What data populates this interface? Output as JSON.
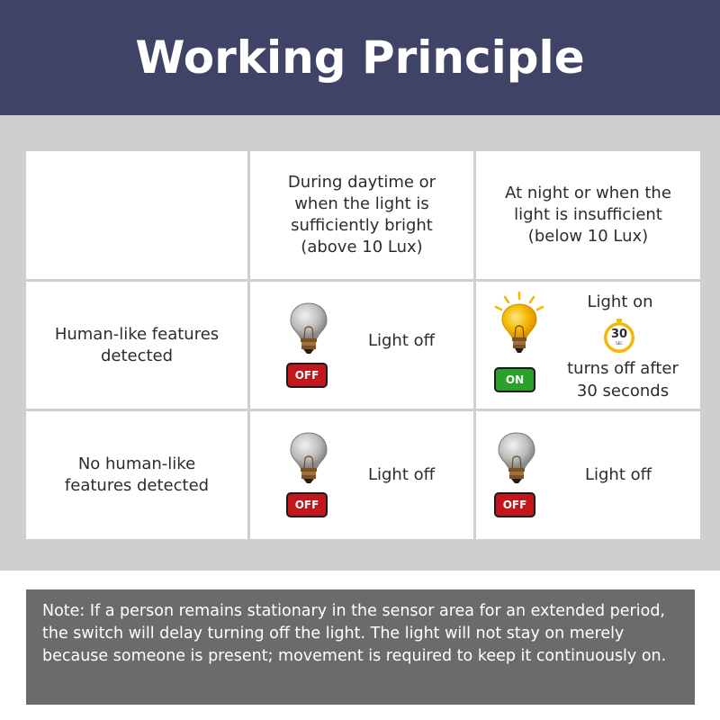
{
  "header": {
    "title": "Working Principle"
  },
  "table": {
    "col_headers": [
      "",
      "During daytime or\nwhen the light is\nsufficiently bright\n(above 10 Lux)",
      "At night or when the\nlight is insufficient\n(below 10 Lux)"
    ],
    "rows": [
      {
        "label": "Human-like features\ndetected",
        "day": {
          "status": "OFF",
          "text": "Light off"
        },
        "night": {
          "status": "ON",
          "text_top": "Light on",
          "timer": "30",
          "timer_unit": "SEC",
          "text_bottom": "turns off after\n30 seconds"
        }
      },
      {
        "label": "No human-like\nfeatures detected",
        "day": {
          "status": "OFF",
          "text": "Light off"
        },
        "night": {
          "status": "OFF",
          "text": "Light off"
        }
      }
    ]
  },
  "note": {
    "text": "Note: If a person remains stationary in the sensor area for an extended period, the switch will delay turning off the light. The light will not stay on merely because someone is present; movement is required to keep it continuously on."
  },
  "icons": {
    "bulb_off": "light-bulb-off-icon",
    "bulb_on": "light-bulb-on-icon",
    "timer": "stopwatch-icon"
  },
  "colors": {
    "header_bg": "#3f4366",
    "off_badge": "#c4161c",
    "on_badge": "#2aa12a",
    "bulb_on": "#f5b800",
    "note_bg": "#6b6b6b"
  }
}
